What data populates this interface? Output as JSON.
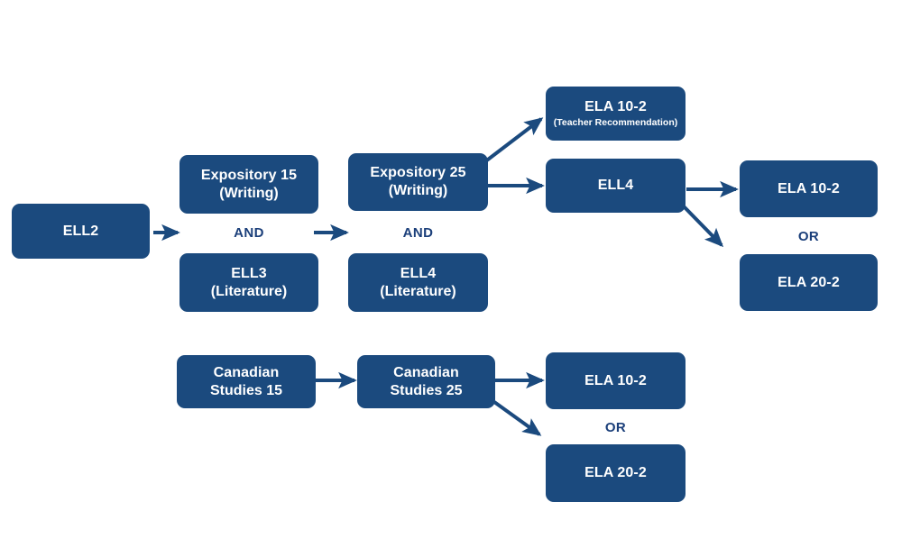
{
  "diagram": {
    "accent_color": "#1b4a7e",
    "label_color": "#1b3f7a",
    "background_color": "#ffffff",
    "node_text_color": "#ffffff"
  },
  "nodes": {
    "ell2": {
      "title": "ELL2"
    },
    "expository15": {
      "title": "Expository 15",
      "sub": "(Writing)"
    },
    "ell3": {
      "title": "ELL3",
      "sub": "(Literature)"
    },
    "expository25": {
      "title": "Expository 25",
      "sub": "(Writing)"
    },
    "ell4_literature": {
      "title": "ELL4",
      "sub": "(Literature)"
    },
    "ela102_teacher": {
      "title": "ELA 10-2",
      "sub": "(Teacher Recommendation)"
    },
    "ell4": {
      "title": "ELL4"
    },
    "ela102_right": {
      "title": "ELA 10-2"
    },
    "ela202_right": {
      "title": "ELA 20-2"
    },
    "canadian15": {
      "title": "Canadian",
      "sub": "Studies 15"
    },
    "canadian25": {
      "title": "Canadian",
      "sub": "Studies 25"
    },
    "ela102_bottom": {
      "title": "ELA 10-2"
    },
    "ela202_bottom": {
      "title": "ELA 20-2"
    }
  },
  "connector_labels": {
    "and_column_1": "AND",
    "and_column_2": "AND",
    "or_right": "OR",
    "or_bottom": "OR"
  }
}
